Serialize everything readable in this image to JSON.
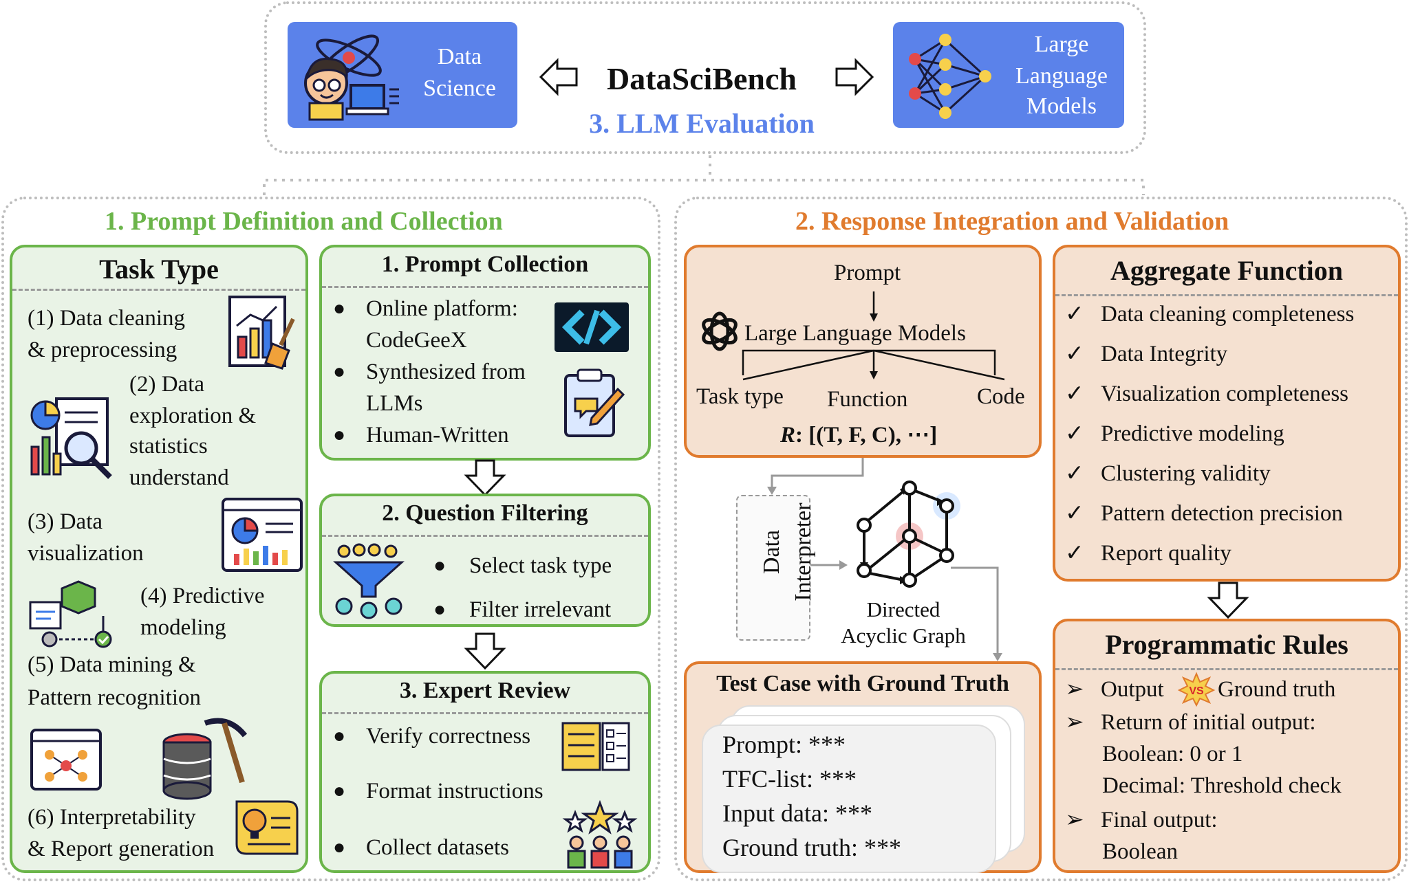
{
  "header": {
    "title": "DataSciBench",
    "subtitle": "3. LLM Evaluation",
    "left_box": [
      "Data",
      "Science"
    ],
    "right_box": [
      "Large",
      "Language",
      "Models"
    ]
  },
  "section1": {
    "title": "1. Prompt Definition and Collection",
    "task_type": {
      "title": "Task Type",
      "items": [
        [
          "(1) Data cleaning",
          "& preprocessing"
        ],
        [
          "(2) Data",
          "exploration &",
          "statistics",
          "understand"
        ],
        [
          "(3) Data",
          "visualization"
        ],
        [
          "(4) Predictive",
          "modeling"
        ],
        [
          "(5) Data mining &",
          "Pattern recognition"
        ],
        [
          "(6) Interpretability",
          "& Report generation"
        ]
      ]
    },
    "prompt_collection": {
      "title": "1. Prompt Collection",
      "items": [
        "Online platform:",
        "CodeGeeX",
        "Synthesized from",
        "LLMs",
        "Human-Written"
      ]
    },
    "question_filtering": {
      "title": "2. Question  Filtering",
      "items": [
        "Select task type",
        "Filter irrelevant"
      ]
    },
    "expert_review": {
      "title": "3. Expert Review",
      "items": [
        "Verify correctness",
        "Format instructions",
        "Collect datasets"
      ]
    }
  },
  "section2": {
    "title": "2. Response Integration and Validation",
    "flow": {
      "prompt": "Prompt",
      "llm": "Large Language Models",
      "outputs": [
        "Task type",
        "Function",
        "Code"
      ],
      "formula_r": "R",
      "formula_rest": ": [(T, F, C), ⋯]"
    },
    "interpreter": [
      "Data",
      "Interpreter"
    ],
    "dag": [
      "Directed",
      "Acyclic Graph"
    ],
    "test_case": {
      "title": "Test Case with Ground Truth",
      "lines": [
        "Prompt: ***",
        "TFC-list: ***",
        "Input data: ***",
        "Ground truth: ***"
      ]
    },
    "aggregate": {
      "title": "Aggregate Function",
      "items": [
        "Data cleaning  completeness",
        "Data Integrity",
        "Visualization  completeness",
        "Predictive modeling",
        "Clustering  validity",
        "Pattern detection precision",
        "Report quality"
      ]
    },
    "rules": {
      "title": "Programmatic Rules",
      "output": "Output",
      "vs": "VS",
      "ground": "Ground truth",
      "return": "Return of initial output:",
      "boolean": "Boolean: 0 or 1",
      "decimal": "Decimal:  Threshold check",
      "final": "Final output:",
      "final_val": "Boolean"
    }
  },
  "colors": {
    "blue": "#5b82ea",
    "green": "#6bb54a",
    "green_fill": "#e9f3e6",
    "orange": "#e07b2e",
    "orange_fill": "#f5e1d1"
  }
}
